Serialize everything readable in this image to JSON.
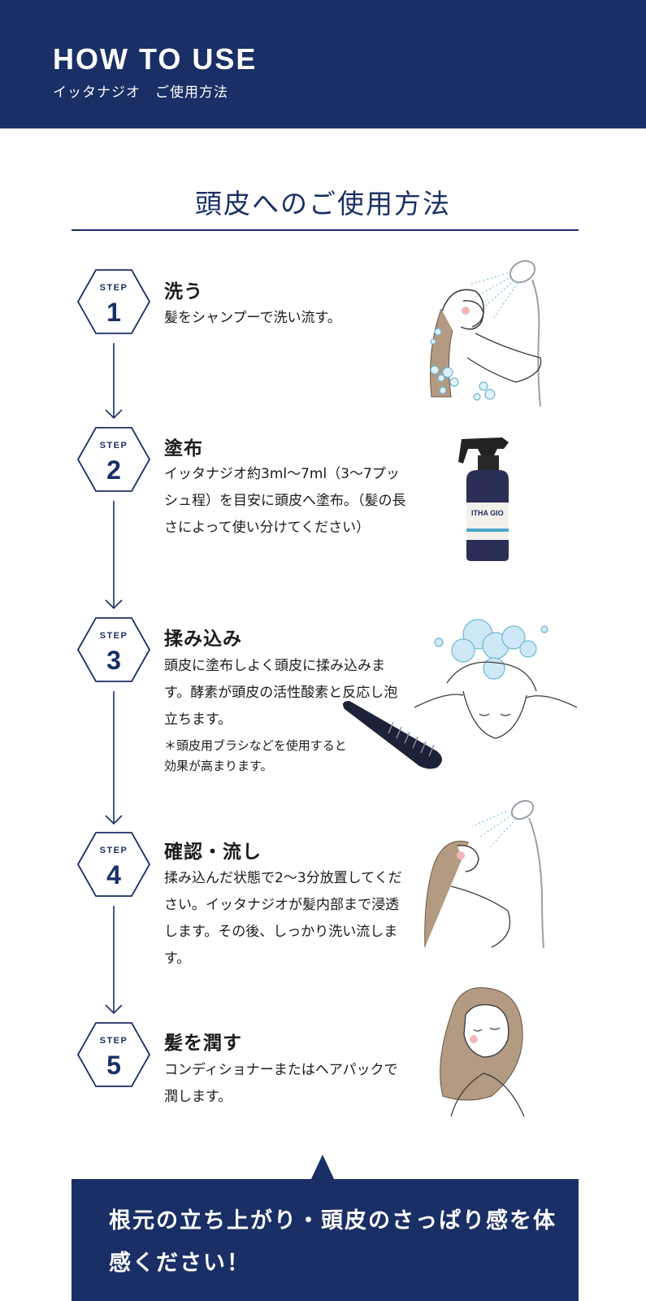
{
  "header": {
    "title": "HOW TO USE",
    "subtitle": "イッタナジオ　ご使用方法"
  },
  "section": {
    "title": "頭皮へのご使用方法"
  },
  "step_badge_label": "STEP",
  "steps": [
    {
      "number": "1",
      "title": "洗う",
      "description": "髪をシャンプーで洗い流す。"
    },
    {
      "number": "2",
      "title": "塗布",
      "description": "イッタナジオ約3ml〜7ml（3〜7プッシュ程）を目安に頭皮へ塗布。（髪の長さによって使い分けてください）"
    },
    {
      "number": "3",
      "title": "揉み込み",
      "description": "頭皮に塗布しよく頭皮に揉み込みます。酵素が頭皮の活性酸素と反応し泡立ちます。",
      "note": "＊頭皮用ブラシなどを使用すると効果が高まります。"
    },
    {
      "number": "4",
      "title": "確認・流し",
      "description": "揉み込んだ状態で2〜3分放置してください。イッタナジオが髪内部まで浸透します。その後、しっかり洗い流します。"
    },
    {
      "number": "5",
      "title": "髪を潤す",
      "description": "コンディショナーまたはヘアパックで潤します。"
    }
  ],
  "product_label": "ITHA GIO",
  "banner": {
    "text": "根元の立ち上がり・頭皮のさっぱり感を体感ください！"
  },
  "colors": {
    "navy": "#1a2f66",
    "white": "#ffffff"
  }
}
